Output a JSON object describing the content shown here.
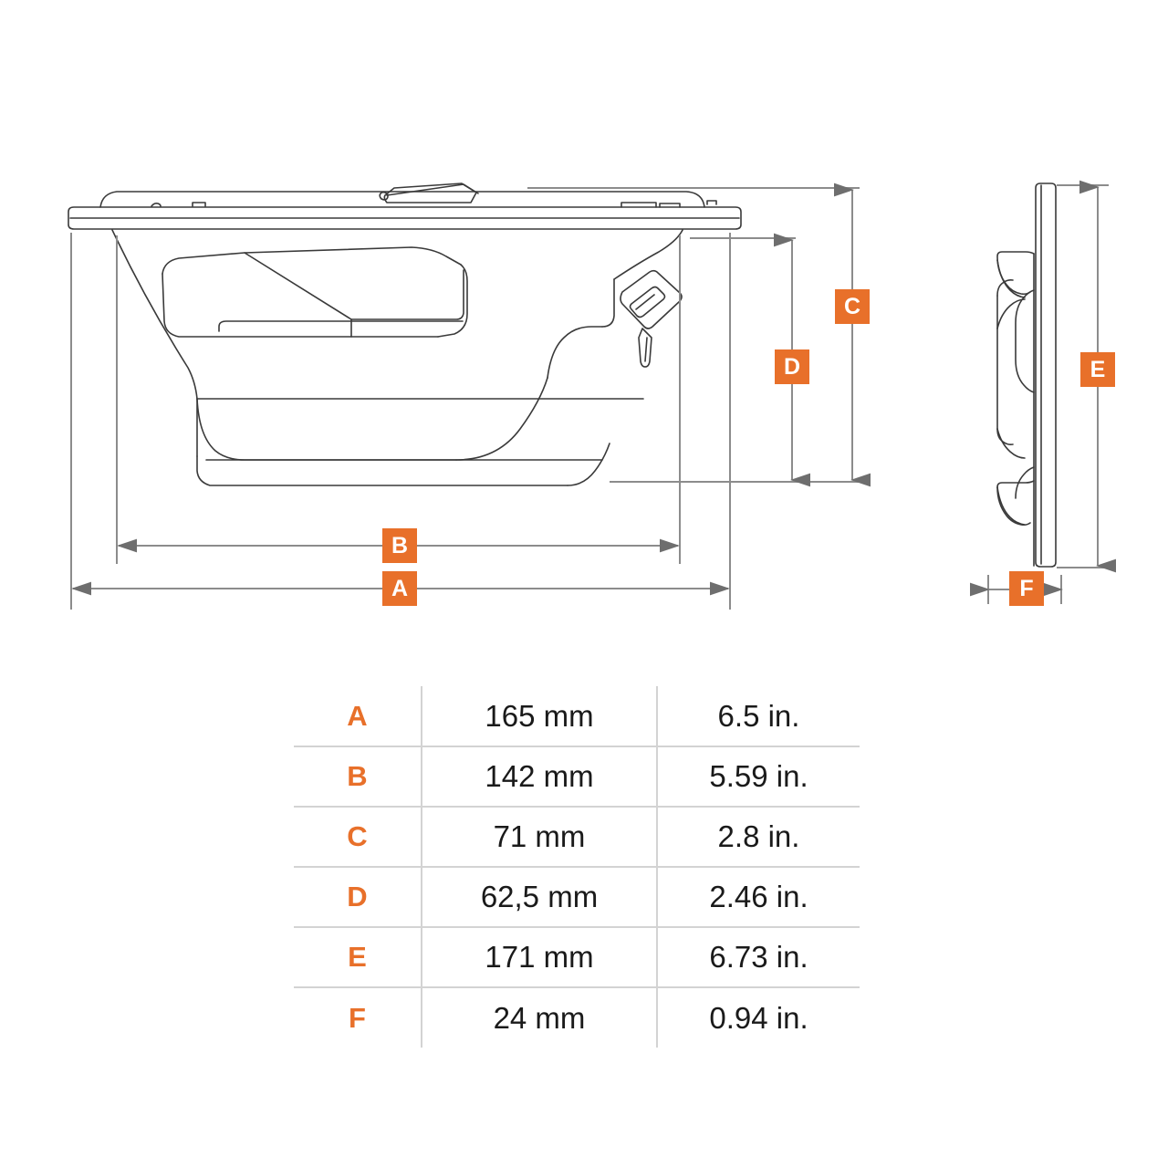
{
  "diagram": {
    "title": "Speaker dimension drawing",
    "views": [
      {
        "name": "front-section-view",
        "description": "Coaxial speaker shown in cross-section profile with mounting flange, cone, surround and tweeter assembly"
      },
      {
        "name": "side-profile-view",
        "description": "Narrow side profile of the speaker basket edge and mounting depth"
      }
    ],
    "callouts": [
      {
        "key": "A",
        "axis": "horizontal",
        "view": "front-section-view"
      },
      {
        "key": "B",
        "axis": "horizontal",
        "view": "front-section-view"
      },
      {
        "key": "C",
        "axis": "vertical",
        "view": "front-section-view"
      },
      {
        "key": "D",
        "axis": "vertical",
        "view": "front-section-view"
      },
      {
        "key": "E",
        "axis": "vertical",
        "view": "side-profile-view"
      },
      {
        "key": "F",
        "axis": "horizontal",
        "view": "side-profile-view"
      }
    ]
  },
  "colors": {
    "accent_orange": "#E8702A",
    "line_gray": "#808080",
    "rule_gray": "#d3d3d3",
    "ink": "#1a1a1a",
    "background": "#ffffff"
  },
  "table": {
    "rows": [
      {
        "key": "A",
        "mm": "165 mm",
        "inch": "6.5 in."
      },
      {
        "key": "B",
        "mm": "142 mm",
        "inch": "5.59 in."
      },
      {
        "key": "C",
        "mm": "71 mm",
        "inch": "2.8 in."
      },
      {
        "key": "D",
        "mm": "62,5 mm",
        "inch": "2.46 in."
      },
      {
        "key": "E",
        "mm": "171 mm",
        "inch": "6.73 in."
      },
      {
        "key": "F",
        "mm": "24 mm",
        "inch": "0.94 in."
      }
    ]
  }
}
